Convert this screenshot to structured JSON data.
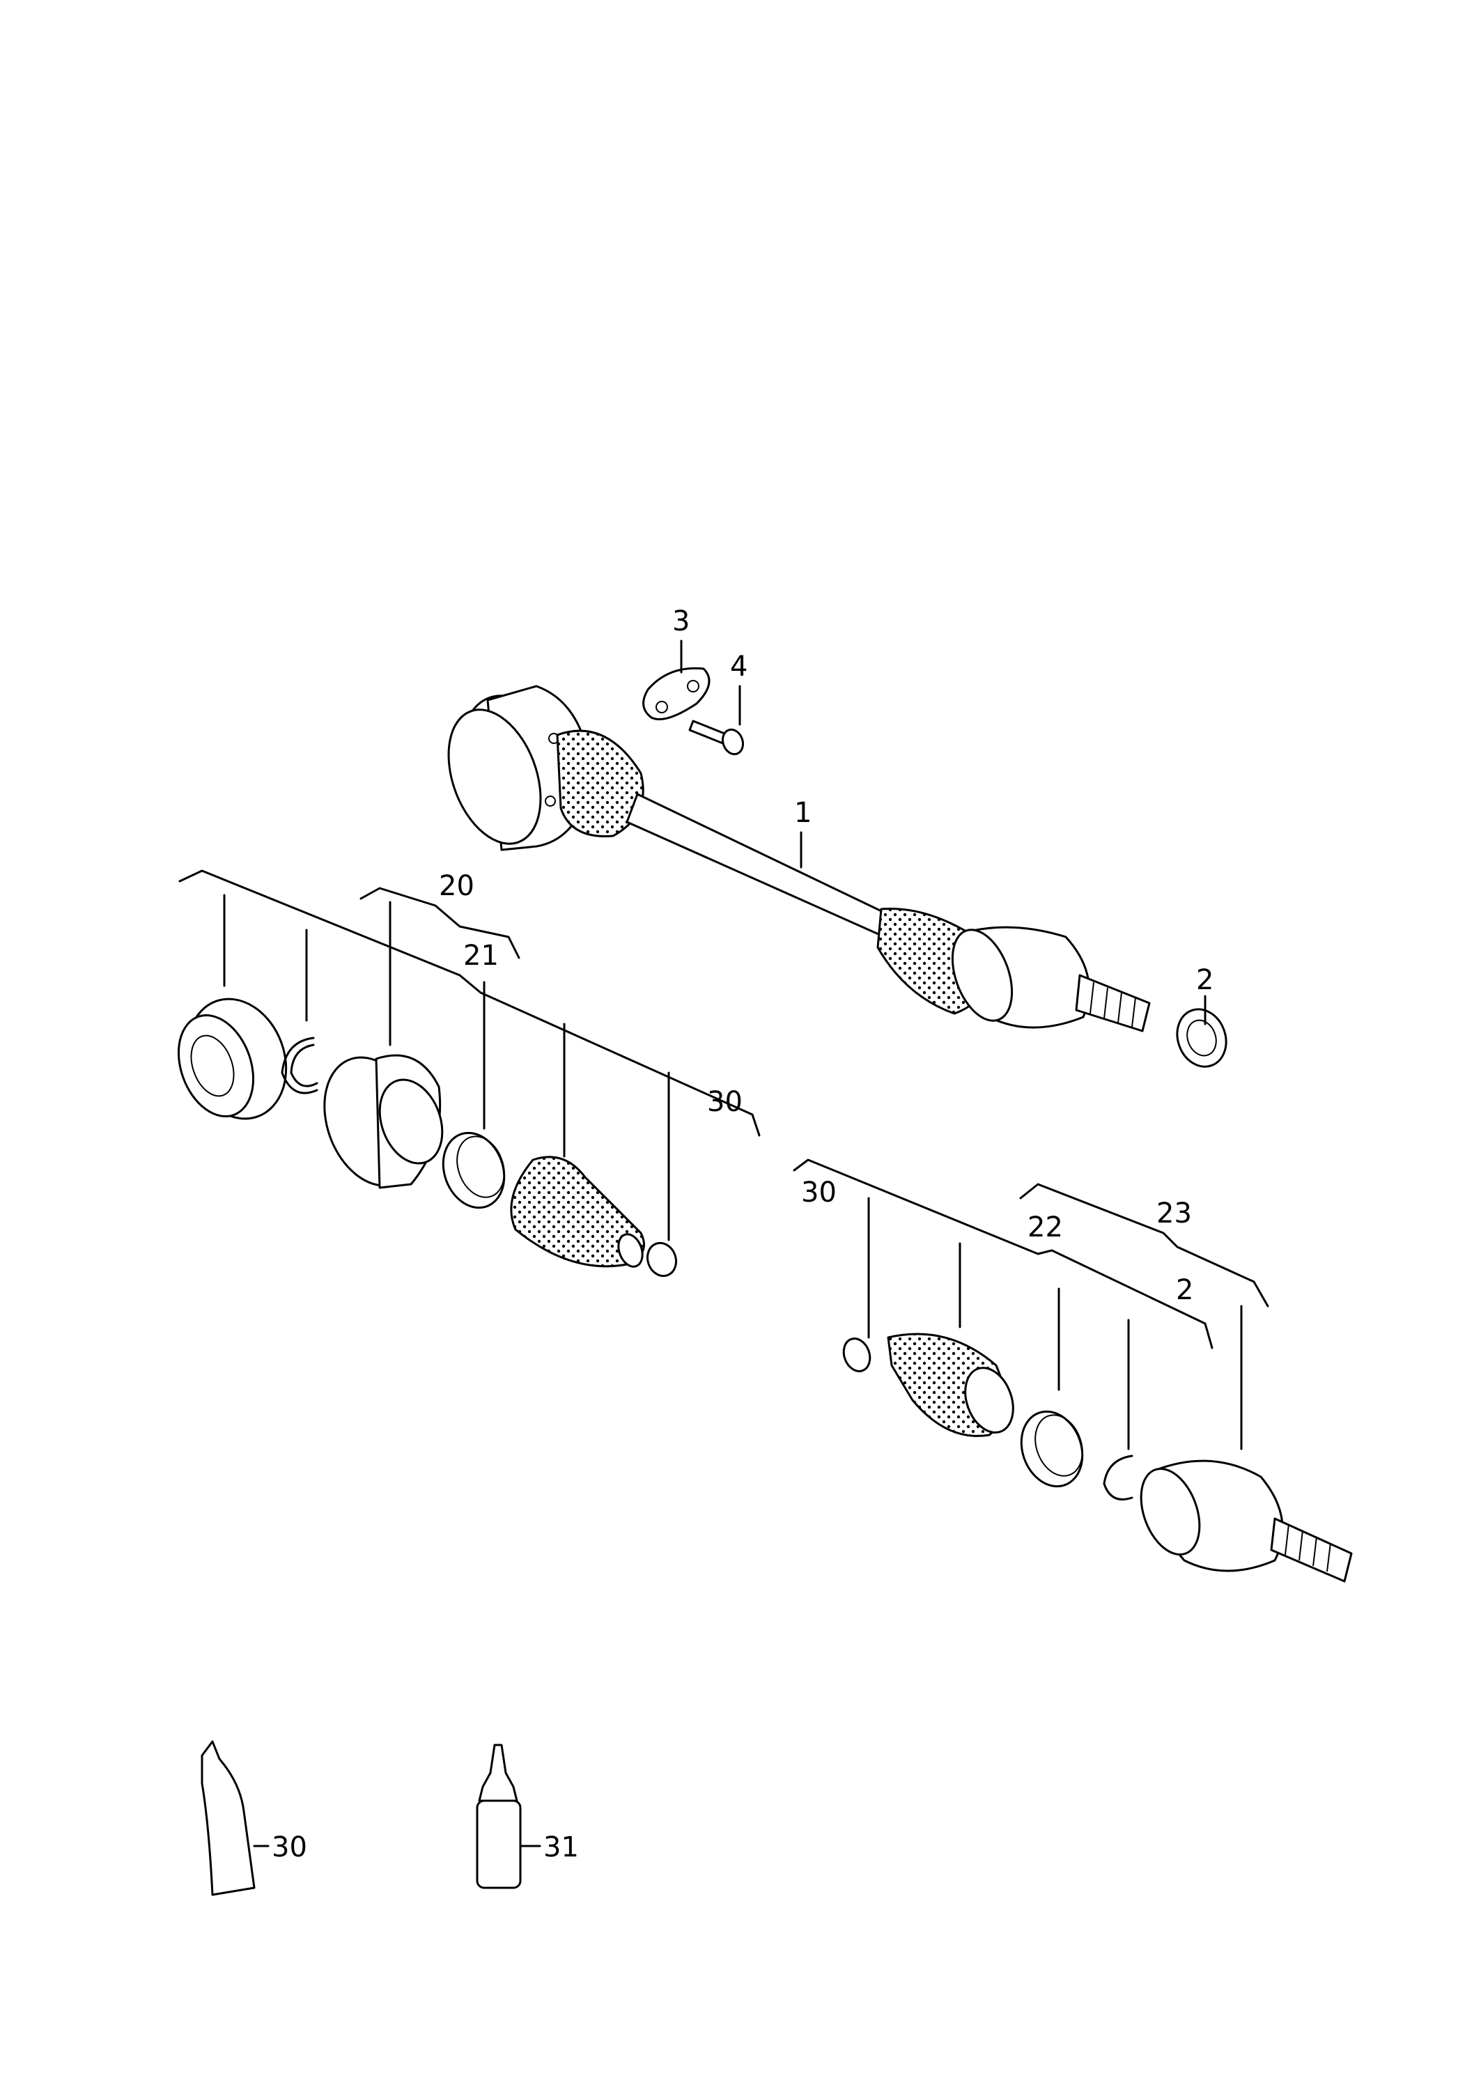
{
  "callouts": {
    "c1": "1",
    "c2_top": "2",
    "c3": "3",
    "c4": "4",
    "c20": "20",
    "c21": "21",
    "c30_left": "30",
    "c30_right": "30",
    "c22": "22",
    "c23": "23",
    "c2_right": "2",
    "c30_tube": "30",
    "c31_bottle": "31"
  },
  "colors": {
    "line": "#000000",
    "background": "#ffffff"
  }
}
